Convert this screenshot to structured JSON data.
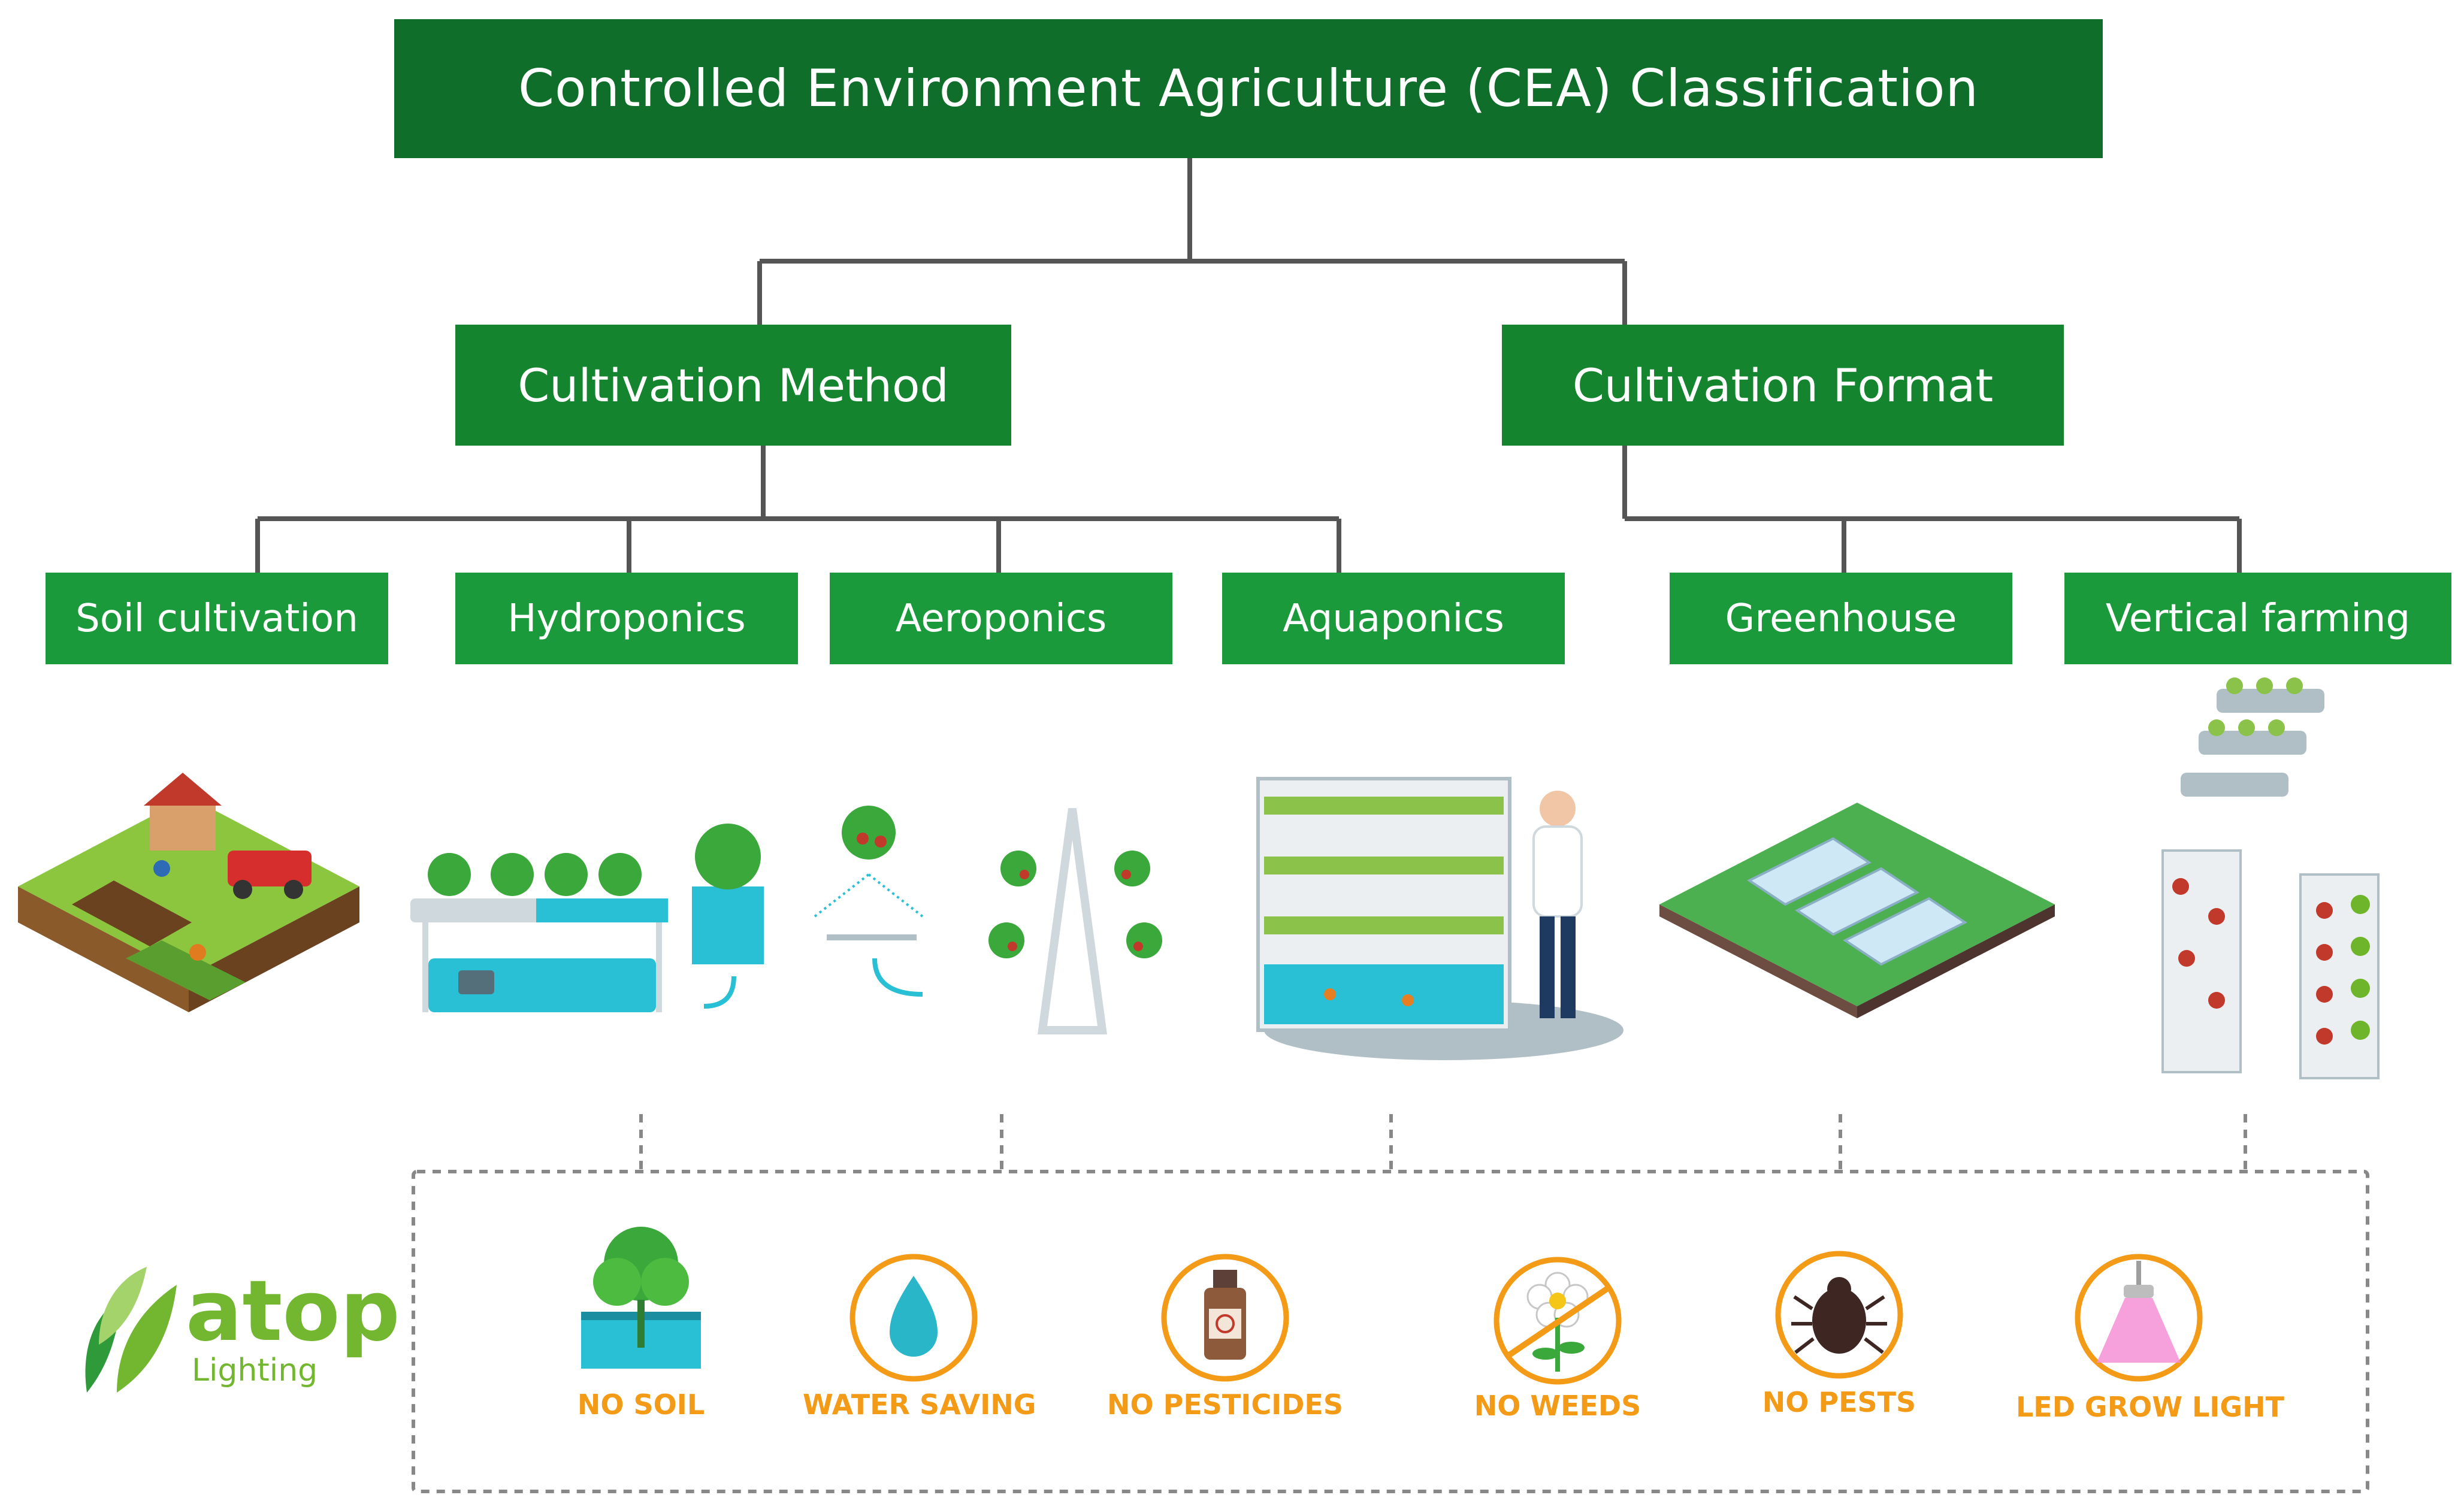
{
  "title": "Controlled Environment Agriculture (CEA) Classification",
  "branches": [
    {
      "label": "Cultivation Method"
    },
    {
      "label": "Cultivation Format"
    }
  ],
  "leaves": [
    {
      "label": "Soil cultivation"
    },
    {
      "label": "Hydroponics"
    },
    {
      "label": "Aeroponics"
    },
    {
      "label": "Aquaponics"
    },
    {
      "label": "Greenhouse"
    },
    {
      "label": "Vertical farming"
    }
  ],
  "benefits": [
    {
      "label": "NO SOIL",
      "icon": "lettuce-icon"
    },
    {
      "label": "WATER SAVING",
      "icon": "water-drop-icon"
    },
    {
      "label": "NO PESTICIDES",
      "icon": "pesticide-bottle-icon"
    },
    {
      "label": "NO WEEDS",
      "icon": "no-weeds-flower-icon"
    },
    {
      "label": "NO PESTS",
      "icon": "bug-icon"
    },
    {
      "label": "LED GROW LIGHT",
      "icon": "grow-light-icon"
    }
  ],
  "logo": {
    "name": "atop",
    "sub": "Lighting"
  },
  "colors": {
    "title_bg": "#0f6e2a",
    "branch_bg": "#14842f",
    "leaf_bg": "#1b9a3b",
    "connector": "#555555",
    "accent_orange": "#f39a17",
    "logo_green": "#72b72f"
  }
}
